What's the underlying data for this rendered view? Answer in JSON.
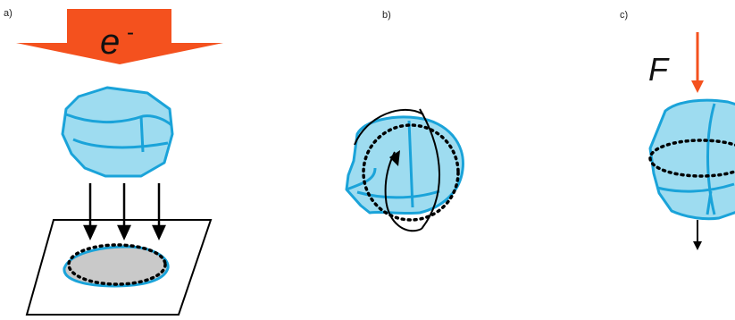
{
  "panels": {
    "a": {
      "label": "a)",
      "beam_symbol": "e",
      "beam_superscript": "-"
    },
    "b": {
      "label": "b)"
    },
    "c": {
      "label": "c)",
      "force_symbol": "F"
    }
  },
  "colors": {
    "beam": "#f4511e",
    "force_arrow": "#f4511e",
    "particle_fill": "#9edcf0",
    "particle_stroke": "#1aa3d9",
    "projection_fill": "#c9c9c9",
    "ink": "#000000"
  },
  "icons": [
    "electron-beam-arrow",
    "particle-shape",
    "projection-arrow",
    "detector-plane",
    "rotation-arrow",
    "force-arrow"
  ]
}
